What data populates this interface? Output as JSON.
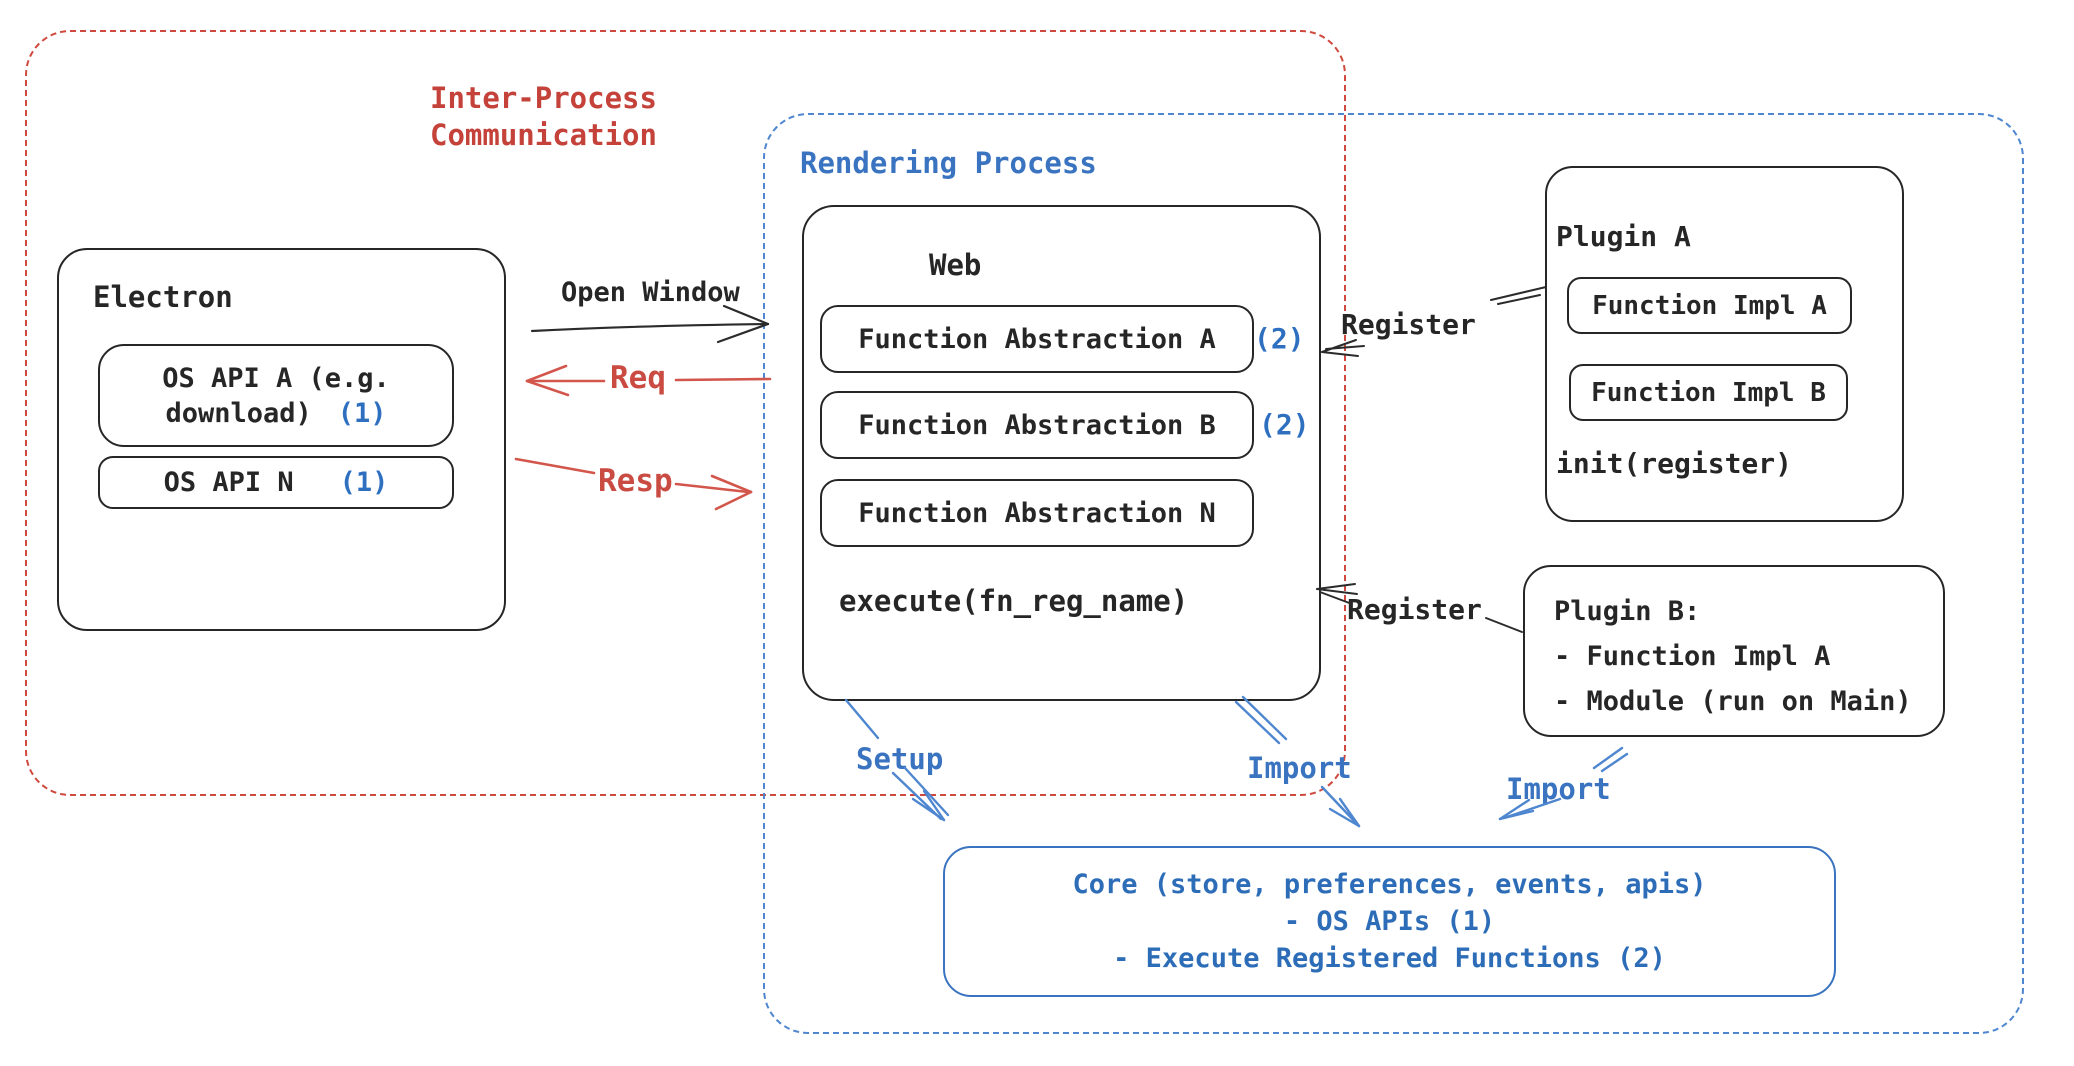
{
  "palette": {
    "ink": "#262626",
    "red_accent": "#c94b42",
    "blue_accent": "#3a74c0",
    "badge_blue": "#2e6fc0"
  },
  "regions": {
    "ipc_line1": "Inter-Process",
    "ipc_line2": "Communication",
    "rendering": "Rendering Process"
  },
  "electron": {
    "title": "Electron",
    "api_a_line1": "OS API A (e.g.",
    "api_a_line2": "download)",
    "api_a_badge": "(1)",
    "api_n": "OS API N",
    "api_n_badge": "(1)"
  },
  "ipc_arrows": {
    "open_window": "Open Window",
    "req": "Req",
    "resp": "Resp"
  },
  "web": {
    "title": "Web",
    "abstraction_a": "Function Abstraction A",
    "abstraction_a_badge": "(2)",
    "abstraction_b": "Function Abstraction B",
    "abstraction_b_badge": "(2)",
    "abstraction_n": "Function Abstraction N",
    "execute": "execute(fn_reg_name)"
  },
  "plugin_a": {
    "title": "Plugin A",
    "impl_a": "Function Impl A",
    "impl_b": "Function Impl B",
    "init": "init(register)"
  },
  "plugin_b": {
    "title": "Plugin B:",
    "item_1": "- Function Impl A",
    "item_2": "- Module (run on Main)"
  },
  "plugin_arrows": {
    "register_top": "Register",
    "register_bottom": "Register",
    "setup": "Setup",
    "import_web": "Import",
    "import_plugin": "Import"
  },
  "core": {
    "line_1": "Core (store, preferences, events, apis)",
    "line_2": "- OS APIs (1)",
    "line_3": "- Execute Registered Functions (2)"
  }
}
